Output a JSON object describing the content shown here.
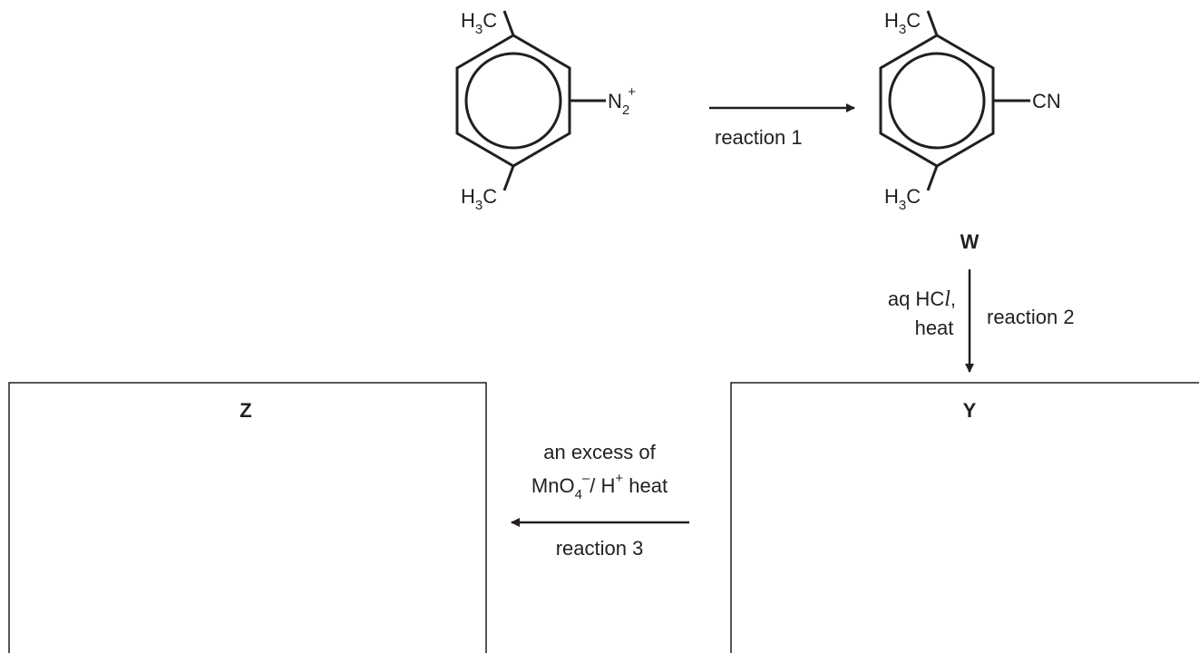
{
  "diagram": {
    "start_molecule": {
      "methyl_top": {
        "main": "H",
        "sub": "3",
        "tail": "C"
      },
      "methyl_bottom": {
        "main": "H",
        "sub": "3",
        "tail": "C"
      },
      "substituent": {
        "main": "N",
        "sub": "2",
        "sup": "+"
      }
    },
    "reaction1": {
      "label": "reaction 1"
    },
    "product_w": {
      "methyl_top": {
        "main": "H",
        "sub": "3",
        "tail": "C"
      },
      "methyl_bottom": {
        "main": "H",
        "sub": "3",
        "tail": "C"
      },
      "substituent": "CN",
      "label": "W"
    },
    "reaction2": {
      "reagent_line1_prefix": "aq HC",
      "reagent_line1_italic": "l",
      "reagent_line1_suffix": ",",
      "reagent_line2": "heat",
      "label": "reaction 2"
    },
    "reaction3": {
      "line1": "an excess of",
      "line2_prefix": "MnO",
      "line2_sub": "4",
      "line2_sup": "–",
      "line2_mid": "/ H",
      "line2_sup2": "+",
      "line2_suffix": " heat",
      "label": "reaction 3"
    },
    "box_z": {
      "label": "Z"
    },
    "box_y": {
      "label": "Y"
    }
  }
}
